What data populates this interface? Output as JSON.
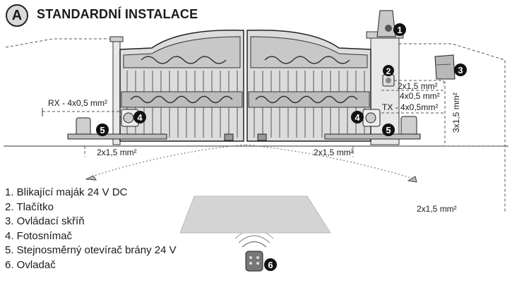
{
  "section": {
    "badge": "A",
    "title": "STANDARDNÍ INSTALACE"
  },
  "callouts": {
    "beacon": "1",
    "button": "2",
    "control_box": "3",
    "photocell_left": "4",
    "photocell_right": "4",
    "opener_left": "5",
    "opener_right": "5",
    "remote": "6"
  },
  "cables": {
    "rx": "RX - 4x0,5 mm²",
    "button_2x15": "2x1,5 mm²",
    "button_4x05": "4x0,5 mm²",
    "tx": "TX - 4x0,5mm²",
    "box_vertical": "3x1,5 mm²",
    "motor_left": "2x1,5 mm²",
    "motor_right": "2x1,5 mm²",
    "bottom_right": "2x1,5 mm²"
  },
  "legend": [
    "1. Blikající maják 24 V DC",
    "2. Tlačítko",
    "3. Ovládací skříň",
    "4. Fotosnímač",
    "5. Stejnosměrný otevírač brány 24 V",
    "6. Ovladač"
  ]
}
